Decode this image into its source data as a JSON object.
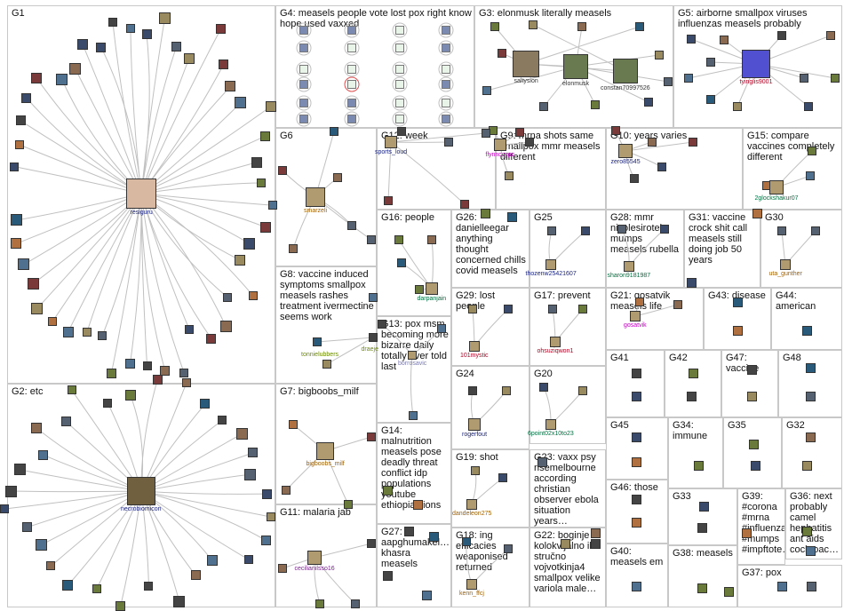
{
  "groups": [
    {
      "id": "G1",
      "title": "G1",
      "hub": {
        "label": "resiguru",
        "color": "#1a237e"
      }
    },
    {
      "id": "G2",
      "title": "G2: etc",
      "hub": {
        "label": "necrobiomicon",
        "color": "#1a237e"
      }
    },
    {
      "id": "G3",
      "title": "G3: elonmusk literally measels",
      "hubs": [
        {
          "label": "saltysion",
          "color": "#333333"
        },
        {
          "label": "elonmusk",
          "color": "#333333"
        },
        {
          "label": "constan70997526",
          "color": "#333333"
        }
      ]
    },
    {
      "id": "G4",
      "title": "G4: measels people vote lost pox right know hope used vaxxed"
    },
    {
      "id": "G5",
      "title": "G5: airborne smallpox viruses influenzas measels probably",
      "hub": {
        "label": "tyinglis9001",
        "color": "#b00020"
      }
    },
    {
      "id": "G6",
      "title": "G6",
      "hub": {
        "label": "smarzeli",
        "color": "#a06000"
      }
    },
    {
      "id": "G7",
      "title": "G7: bigboobs_milf",
      "hub": {
        "label": "bigboobs_milf",
        "color": "#a06000"
      }
    },
    {
      "id": "G8",
      "title": "G8: vaccine induced symptoms smallpox measels rashes treatment ivermectine seems work",
      "labels": [
        {
          "label": "tonnielubbers",
          "color": "#6a8a00"
        },
        {
          "label": "draeje",
          "color": "#6a8a00"
        }
      ]
    },
    {
      "id": "G9",
      "title": "G9: mrna shots same smallpox mmr measels different",
      "hub": {
        "label": "flynnccypc",
        "color": "#c000c0"
      }
    },
    {
      "id": "G10",
      "title": "G10: years varies",
      "hub": {
        "label": "zero85545",
        "color": "#1a237e"
      }
    },
    {
      "id": "G11",
      "title": "G11: malaria jab",
      "hub": {
        "label": "cecilianilsso16",
        "color": "#7a2090"
      }
    },
    {
      "id": "G12",
      "title": "G12: week",
      "hub": {
        "label": "sports_loud",
        "color": "#1a237e"
      }
    },
    {
      "id": "G13",
      "title": "G13: pox msm becoming more bizarre daily totally over told last",
      "hub": {
        "label": "borrosavic",
        "color": "#7a7ab0"
      }
    },
    {
      "id": "G14",
      "title": "G14: malnutrition measels pose deadly threat conflict idp populations youtube ethiopianlions"
    },
    {
      "id": "G15",
      "title": "G15: compare vaccines completely different",
      "hub": {
        "label": "2glockshakur07",
        "color": "#007040"
      }
    },
    {
      "id": "G16",
      "title": "G16: people",
      "hub": {
        "label": "darpanjain",
        "color": "#007040"
      }
    },
    {
      "id": "G17",
      "title": "G17: prevent",
      "hub": {
        "label": "ohsuziqwon1",
        "color": "#b00020"
      }
    },
    {
      "id": "G18",
      "title": "G18: ing efficacies weaponised returned",
      "hub": {
        "label": "kenn_ffcj",
        "color": "#a06000"
      }
    },
    {
      "id": "G19",
      "title": "G19: shot",
      "hub": {
        "label": "dandeleon275",
        "color": "#a06000"
      }
    },
    {
      "id": "G20",
      "title": "G20",
      "hub": {
        "label": "6point02x10to23",
        "color": "#007040"
      }
    },
    {
      "id": "G21",
      "title": "G21: gosatvik measels life",
      "hub": {
        "label": "gosatvik",
        "color": "#c000c0"
      }
    },
    {
      "id": "G22",
      "title": "G22: boginje kolokvijalno ili stručno vojvotkinja4 smallpox velike variola male…"
    },
    {
      "id": "G23",
      "title": "G23: vaxx psy risemelbourne according christian observer ebola situation years…"
    },
    {
      "id": "G24",
      "title": "G24",
      "hub": {
        "label": "rogerfout",
        "color": "#1a237e"
      }
    },
    {
      "id": "G25",
      "title": "G25",
      "hub": {
        "label": "thozenw25421607",
        "color": "#1a237e"
      }
    },
    {
      "id": "G26",
      "title": "G26: danielleegar anything thought concerned chills covid measels"
    },
    {
      "id": "G27",
      "title": "G27: aapghumakel… khasra measels"
    },
    {
      "id": "G28",
      "title": "G28: mmr nicolesirotek mumps measels rubella",
      "hub": {
        "label": "sharon9181987",
        "color": "#007040"
      }
    },
    {
      "id": "G29",
      "title": "G29: lost people",
      "hub": {
        "label": "101mystic",
        "color": "#b00020"
      }
    },
    {
      "id": "G30",
      "title": "G30",
      "hub": {
        "label": "uta_gunther",
        "color": "#a06000"
      }
    },
    {
      "id": "G31",
      "title": "G31: vaccine crock shit call measels still doing job 50 years"
    },
    {
      "id": "G32",
      "title": "G32"
    },
    {
      "id": "G33",
      "title": "G33"
    },
    {
      "id": "G34",
      "title": "G34: immune"
    },
    {
      "id": "G35",
      "title": "G35"
    },
    {
      "id": "G36",
      "title": "G36: next probably camel hephatitis ant aids cockroac…"
    },
    {
      "id": "G37",
      "title": "G37: pox"
    },
    {
      "id": "G38",
      "title": "G38: measels"
    },
    {
      "id": "G39",
      "title": "G39: #corona #mrna #influenza #mumps #impftote…"
    },
    {
      "id": "G40",
      "title": "G40: measels em"
    },
    {
      "id": "G41",
      "title": "G41"
    },
    {
      "id": "G42",
      "title": "G42"
    },
    {
      "id": "G43",
      "title": "G43: disease"
    },
    {
      "id": "G44",
      "title": "G44: american"
    },
    {
      "id": "G45",
      "title": "G45"
    },
    {
      "id": "G46",
      "title": "G46: those"
    },
    {
      "id": "G47",
      "title": "G47: vaccine"
    },
    {
      "id": "G48",
      "title": "G48"
    }
  ],
  "colors": {
    "panel_border": "#c8c8c8",
    "edge": "#c0c0c0",
    "edge_red": "#e05050",
    "node_fill": "#8894a8",
    "hub_g5": "#5050d0"
  }
}
